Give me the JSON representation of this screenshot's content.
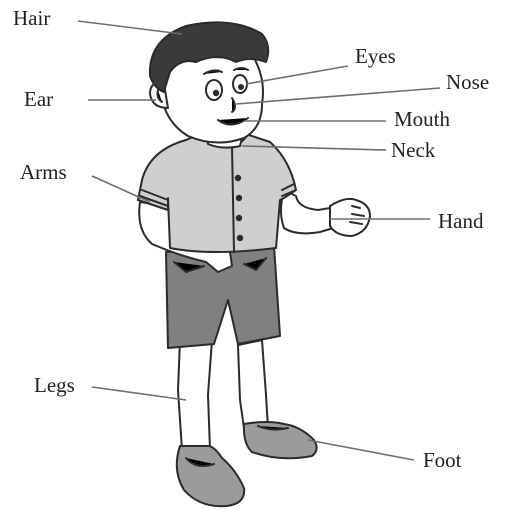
{
  "labels": {
    "hair": "Hair",
    "eyes": "Eyes",
    "nose": "Nose",
    "ear": "Ear",
    "mouth": "Mouth",
    "neck": "Neck",
    "arms": "Arms",
    "hand": "Hand",
    "legs": "Legs",
    "foot": "Foot"
  },
  "colors": {
    "shirt": "#cfcfcf",
    "shorts": "#7f8081",
    "hair": "#3a3a3a",
    "shoes": "#9a9b9c",
    "leader_lines": "#6d6e71",
    "text": "#231f20"
  }
}
